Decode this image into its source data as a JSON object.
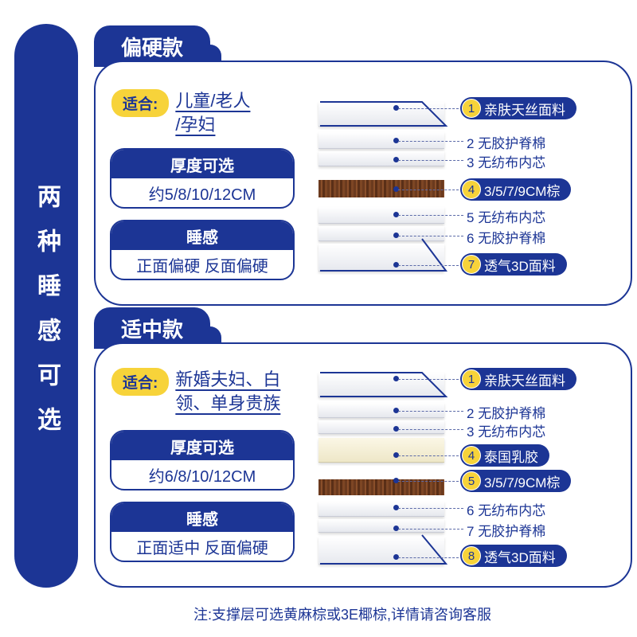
{
  "side_title": "两种睡感可选",
  "sections": [
    {
      "tab": "偏硬款",
      "suitable_label": "适合:",
      "suitable_line1": "儿童/老人",
      "suitable_line2": "/孕妇",
      "thickness_title": "厚度可选",
      "thickness_value": "约5/8/10/12CM",
      "feel_title": "睡感",
      "feel_value": "正面偏硬 反面偏硬",
      "labels": [
        {
          "num": "1",
          "text": "亲肤天丝面料",
          "style": "pill"
        },
        {
          "num": "2",
          "text": "无胶护脊棉",
          "style": "plain"
        },
        {
          "num": "3",
          "text": "无纺布内芯",
          "style": "plain"
        },
        {
          "num": "4",
          "text": "3/5/7/9CM棕",
          "style": "pill"
        },
        {
          "num": "5",
          "text": "无纺布内芯",
          "style": "plain"
        },
        {
          "num": "6",
          "text": "无胶护脊棉",
          "style": "plain"
        },
        {
          "num": "7",
          "text": "透气3D面料",
          "style": "pill"
        }
      ]
    },
    {
      "tab": "适中款",
      "suitable_label": "适合:",
      "suitable_line1": "新婚夫妇、白",
      "suitable_line2": "领、单身贵族",
      "thickness_title": "厚度可选",
      "thickness_value": "约6/8/10/12CM",
      "feel_title": "睡感",
      "feel_value": "正面适中 反面偏硬",
      "labels": [
        {
          "num": "1",
          "text": "亲肤天丝面料",
          "style": "pill"
        },
        {
          "num": "2",
          "text": "无胶护脊棉",
          "style": "plain"
        },
        {
          "num": "3",
          "text": "无纺布内芯",
          "style": "plain"
        },
        {
          "num": "4",
          "text": "泰国乳胶",
          "style": "pill"
        },
        {
          "num": "5",
          "text": "3/5/7/9CM棕",
          "style": "pill"
        },
        {
          "num": "6",
          "text": "无纺布内芯",
          "style": "plain"
        },
        {
          "num": "7",
          "text": "无胶护脊棉",
          "style": "plain"
        },
        {
          "num": "8",
          "text": "透气3D面料",
          "style": "pill"
        }
      ]
    }
  ],
  "note": "注:支撑层可选黄麻棕或3E椰棕,详情请咨询客服",
  "colors": {
    "primary": "#1c3595",
    "accent": "#f7d33a",
    "coir": "#7a4424",
    "latex": "#f5efd6"
  }
}
